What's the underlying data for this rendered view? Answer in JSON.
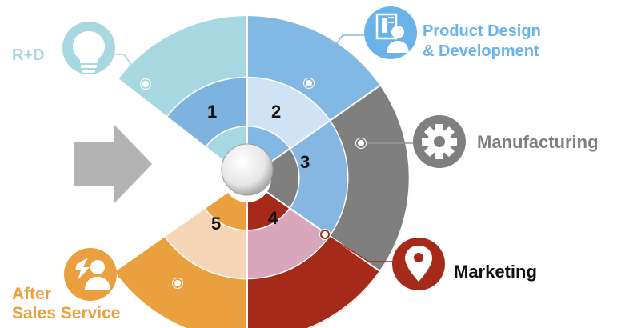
{
  "diagram": {
    "stages": [
      {
        "number": "1",
        "label": "R+D",
        "color": "#a7d8e2",
        "inner_color": "#7fb3df",
        "icon": "lightbulb-icon"
      },
      {
        "number": "2",
        "label_lines": [
          "Product Design",
          "& Development"
        ],
        "color": "#81b8e4",
        "inner_color": "#cfe3f5",
        "icon": "blueprint-user-icon"
      },
      {
        "number": "3",
        "label": "Manufacturing",
        "color": "#7f7f7f",
        "inner_color": "#86b7e3",
        "icon": "gear-icon"
      },
      {
        "number": "4",
        "label": "Marketing",
        "color": "#a62a1a",
        "inner_color": "#d9a7bb",
        "icon": "location-pin-icon"
      },
      {
        "number": "5",
        "label_lines": [
          "After",
          "Sales Service"
        ],
        "color": "#eaa03f",
        "inner_color": "#f6d5b6",
        "icon": "customer-support-icon"
      }
    ],
    "arrow_color": "#b3b3b3",
    "label_colors": {
      "rd": "#a7d8e2",
      "pdd": "#69b3ea",
      "manufacturing": "#7f7f7f",
      "marketing": "#111111",
      "after_sales": "#eaa03f"
    }
  }
}
